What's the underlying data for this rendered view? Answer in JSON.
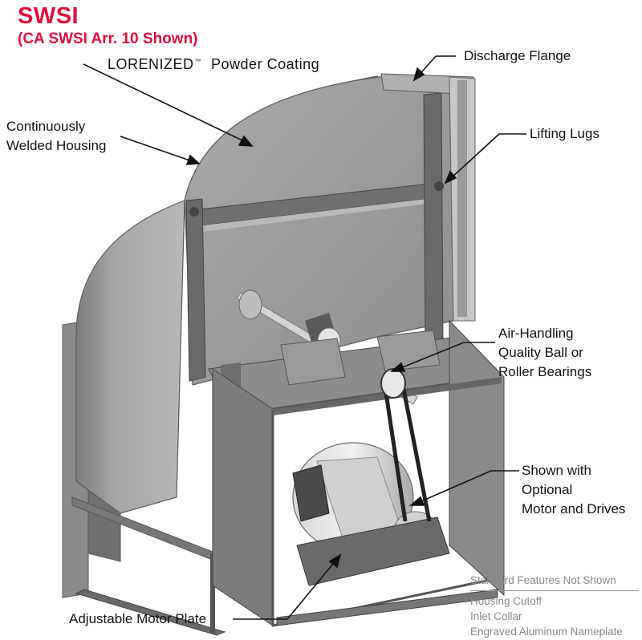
{
  "title": "SWSI",
  "subtitle": "(CA SWSI Arr. 10 Shown)",
  "callouts": {
    "brand_mark": "LORENIZED",
    "brand_tm": "™",
    "powder_coating": "Powder Coating",
    "discharge_flange": "Discharge Flange",
    "welded_housing": [
      "Continuously",
      "Welded Housing"
    ],
    "lifting_lugs": "Lifting Lugs",
    "bearings": [
      "Air-Handling",
      "Quality Ball or",
      "Roller Bearings"
    ],
    "motor_drives": [
      "Shown with",
      "Optional",
      "Motor and Drives"
    ],
    "motor_plate": "Adjustable Motor Plate"
  },
  "not_shown": {
    "heading": "Standard Features Not Shown",
    "items": [
      "Housing Cutoff",
      "Inlet Collar",
      "Engraved Aluminum Nameplate"
    ]
  },
  "colors": {
    "title_red": "#e0103a",
    "housing_gray": "#9a9a9a",
    "frame_dark": "#555555",
    "not_shown_gray": "#8a8a8a"
  }
}
